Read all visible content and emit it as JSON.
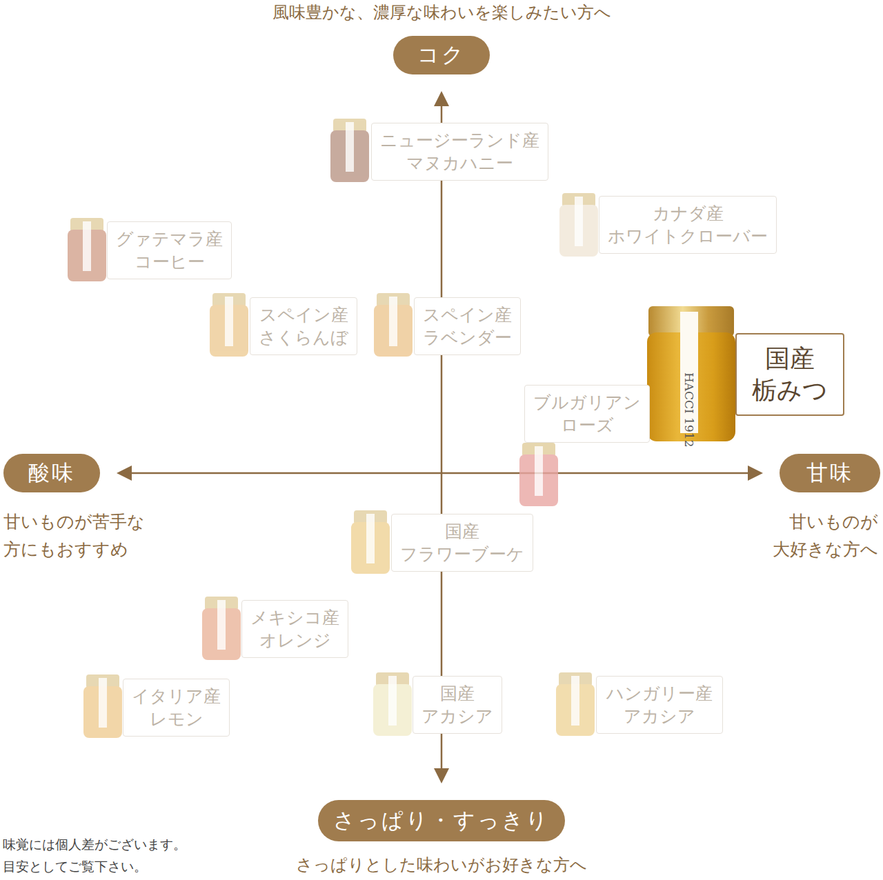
{
  "diagram": {
    "nodes": [
      {
        "text": [
          "コク"
        ]
      },
      {
        "text": [
          "ニュージーランド産 マヌカハニー"
        ]
      },
      {
        "text": [
          "カナダ産 ホワイトクローバー"
        ]
      },
      {
        "text": [
          "グァテマラ産 コーヒー"
        ]
      },
      {
        "text": [
          "スペイン産 さくらんぼ"
        ]
      },
      {
        "text": [
          "スペイン産 ラベンダー"
        ]
      },
      {
        "text": [
          "国産 栃みつ"
        ]
      },
      {
        "text": [
          "ブルガリアン ローズ"
        ]
      },
      {
        "text": [
          "酸味"
        ]
      },
      {
        "text": [
          "甘味"
        ]
      },
      {
        "text": [
          "国産 フラワーブーケ"
        ]
      },
      {
        "text": [
          "メキシコ産 オレンジ"
        ]
      },
      {
        "text": [
          "イタリア産 レモン"
        ]
      },
      {
        "text": [
          "国産 アカシア"
        ]
      },
      {
        "text": [
          "ハンガリー産 アカシア"
        ]
      },
      {
        "text": [
          "さっぱり・すっきり"
        ]
      }
    ],
    "edges": [
      {
        "from": 0,
        "to": 15,
        "arrow": "both"
      },
      {
        "from": 8,
        "to": 9,
        "arrow": "both"
      }
    ],
    "labels": [
      "風味豊かな、濃厚な味わいを楽しみたい方へ",
      "甘いものが苦手な 方にもおすすめ",
      "甘いものが 大好きな方へ",
      "さっぱりとした味わいがお好きな方へ",
      "味覚には個人差がございます。 目安としてご覧下さい。",
      "HACCI 1912"
    ]
  }
}
